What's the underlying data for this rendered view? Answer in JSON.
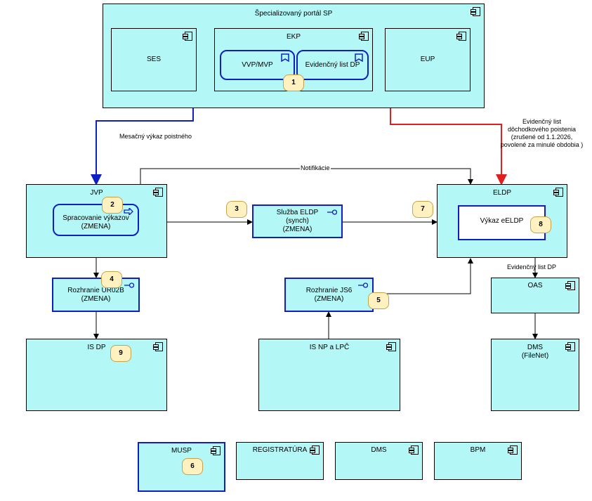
{
  "portal": {
    "title": "Špecializovaný portál SP"
  },
  "ses": {
    "title": "SES"
  },
  "ekp": {
    "title": "EKP"
  },
  "eup": {
    "title": "EUP"
  },
  "vvp": {
    "title": "VVP/MVP"
  },
  "evidencny_list": {
    "title": "Evidenčný list DP"
  },
  "jvp": {
    "title": "JVP"
  },
  "spracovanie": {
    "title": "Spracovanie výkazov\n(ZMENA)"
  },
  "sluzba_eldp": {
    "title": "Služba ELDP\n(synch)\n(ZMENA)"
  },
  "eldp": {
    "title": "ELDP"
  },
  "vykaz_eeldp": {
    "title": "Výkaz eELDP"
  },
  "rozhranie_ur02b": {
    "title": "Rozhranie UR02B\n(ZMENA)"
  },
  "rozhranie_js6": {
    "title": "Rozhranie JS6\n(ZMENA)"
  },
  "oas": {
    "title": "OAS"
  },
  "is_dp": {
    "title": "IS DP"
  },
  "is_np": {
    "title": "IS NP a LPČ"
  },
  "dms_filenet": {
    "title": "DMS\n(FileNet)"
  },
  "musp": {
    "title": "MUSP"
  },
  "registratura": {
    "title": "REGISTRATÚRA"
  },
  "dms": {
    "title": "DMS"
  },
  "bpm": {
    "title": "BPM"
  },
  "badges": [
    "1",
    "2",
    "3",
    "4",
    "5",
    "6",
    "7",
    "8",
    "9"
  ],
  "edge_labels": {
    "mesacny": "Mesačný výkaz poistného",
    "evidencny_note": "Evidenčný list\ndôchodkového poistenia\n(zrušené od 1.1.2026,\npovolené za minulé obdobia )",
    "notifikacie": "Notifikácie",
    "evidencny_dp": "Evidenčný list DP"
  },
  "colors": {
    "fill": "#b3f7f7",
    "blue": "#1020c0",
    "red": "#e02020",
    "badge": "#fff2c0"
  }
}
